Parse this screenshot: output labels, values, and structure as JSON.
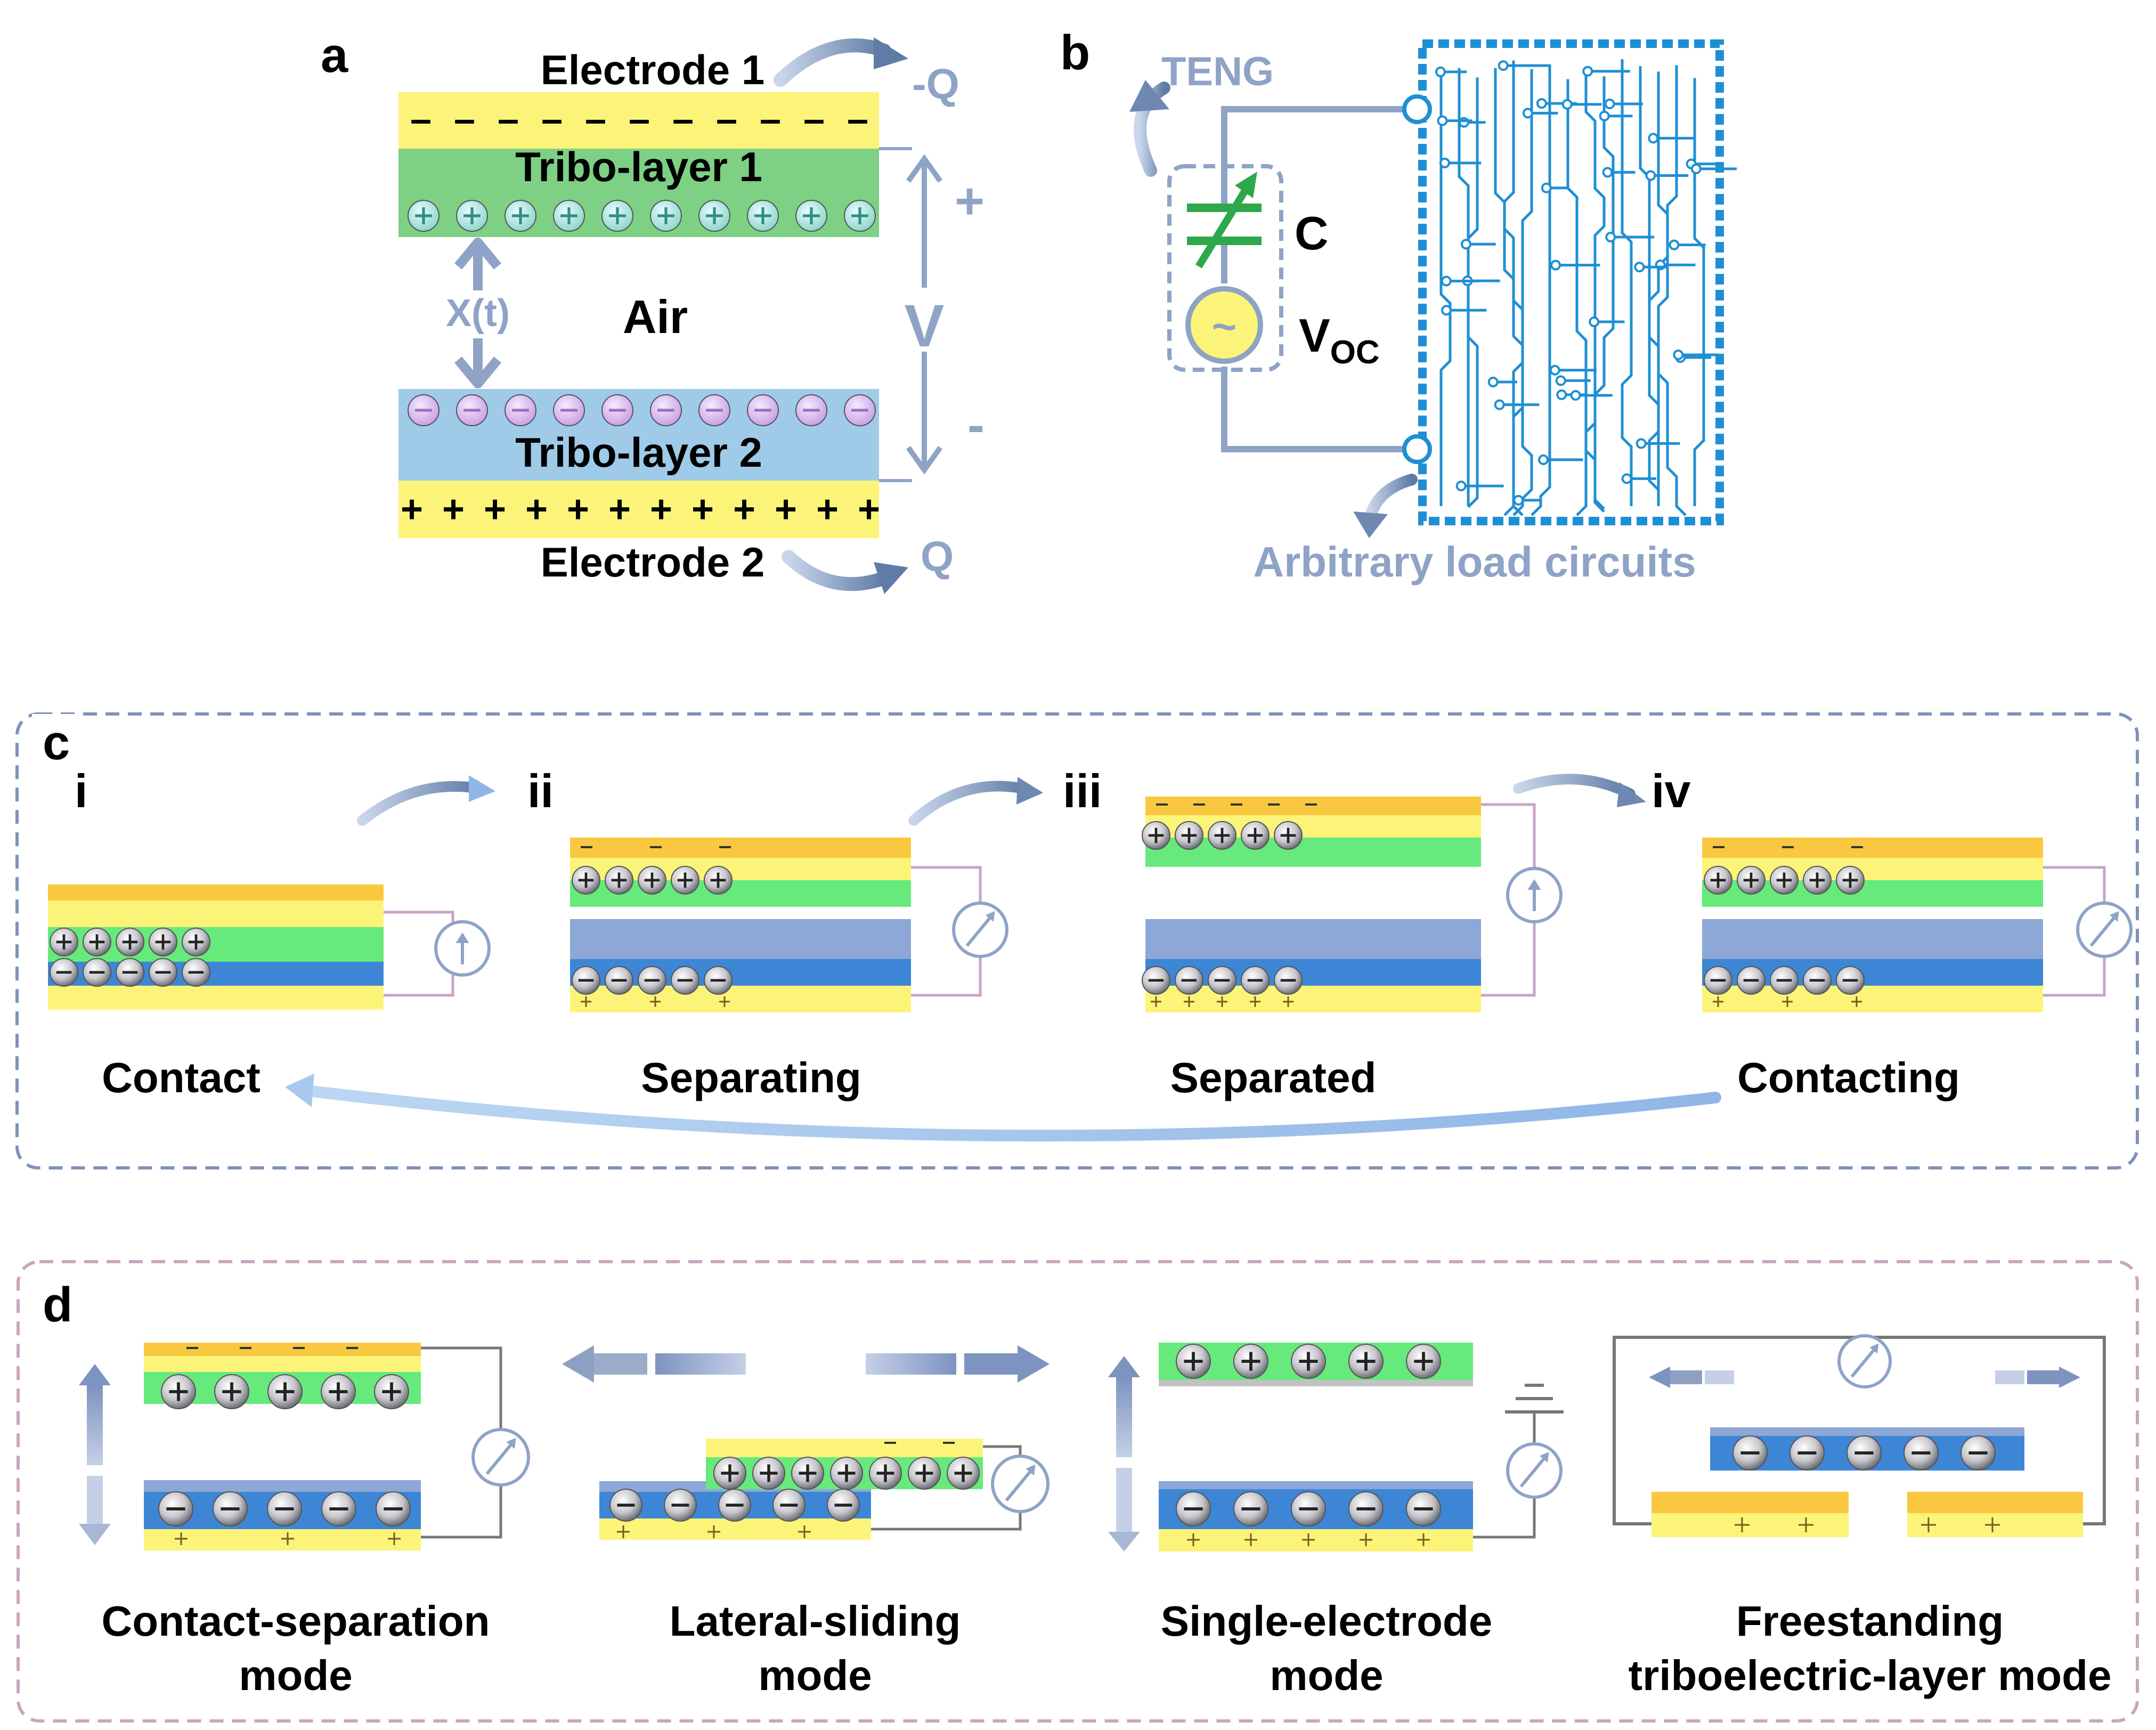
{
  "panel_a": {
    "letter": "a",
    "electrode1": "Electrode 1",
    "electrode2": "Electrode 2",
    "charge_top": "-Q",
    "charge_bottom": "Q",
    "tribo1": "Tribo-layer 1",
    "tribo2": "Tribo-layer 2",
    "gap": "X(t)",
    "medium": "Air",
    "voltage": "V",
    "plus": "+",
    "minus": "-",
    "electrode1_charges": "– – – – – – – – – – –",
    "electrode2_charges": "+ + + + + + + + + + + +"
  },
  "panel_b": {
    "letter": "b",
    "teng": "TENG",
    "capacitor": "C",
    "source": "V",
    "source_sub": "OC",
    "load": "Arbitrary load circuits"
  },
  "panel_c": {
    "letter": "c",
    "steps": [
      {
        "numeral": "i",
        "caption": "Contact"
      },
      {
        "numeral": "ii",
        "caption": "Separating"
      },
      {
        "numeral": "iii",
        "caption": "Separated"
      },
      {
        "numeral": "iv",
        "caption": "Contacting"
      }
    ]
  },
  "panel_d": {
    "letter": "d",
    "modes": [
      {
        "line1": "Contact-separation",
        "line2": "mode"
      },
      {
        "line1": "Lateral-sliding",
        "line2": "mode"
      },
      {
        "line1": "Single-electrode",
        "line2": "mode"
      },
      {
        "line1": "Freestanding",
        "line2": "triboelectric-layer mode"
      }
    ]
  },
  "colors": {
    "electrode": "#fbf479",
    "electrode_top": "#f9c840",
    "tribo_green": "#7dd084",
    "tribo_blue": "#9fcbe9",
    "layer_green": "#66ea7b",
    "layer_blue": "#3d86d6",
    "arrow_gray": "#8ea3c6",
    "circuit": "#1f8fd3",
    "frame_c": "#7e93b9",
    "frame_d": "#c9a6bf",
    "wire_pink": "#c9a2c7"
  }
}
